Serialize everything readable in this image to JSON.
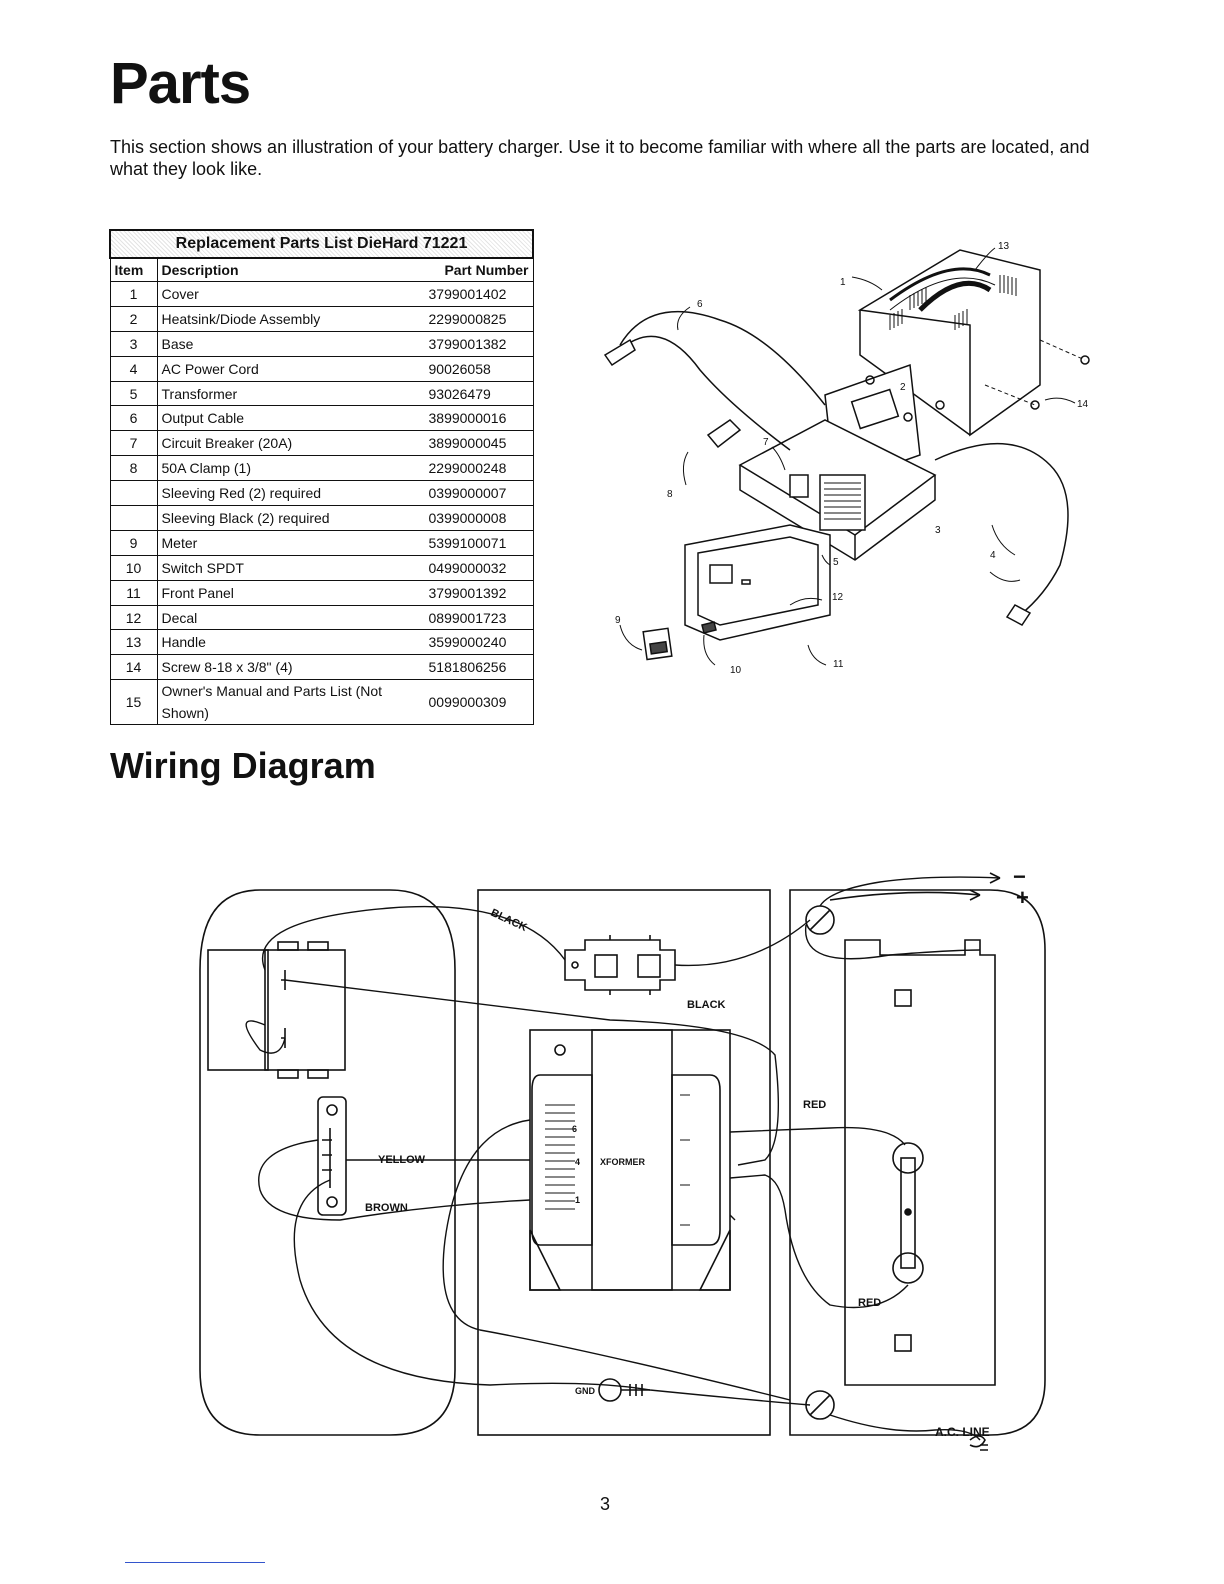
{
  "page": {
    "title": "Parts",
    "intro": "This section shows an illustration of your battery charger. Use it to become familiar with where all the parts are located, and what they look like.",
    "page_number": "3"
  },
  "parts_table": {
    "title": "Replacement Parts List DieHard 71221",
    "headers": {
      "item": "Item",
      "description": "Description",
      "part_number": "Part Number"
    },
    "rows": [
      {
        "item": "1",
        "description": "Cover",
        "part_number": "3799001402"
      },
      {
        "item": "2",
        "description": "Heatsink/Diode Assembly",
        "part_number": "2299000825"
      },
      {
        "item": "3",
        "description": "Base",
        "part_number": "3799001382"
      },
      {
        "item": "4",
        "description": "AC Power Cord",
        "part_number": "90026058"
      },
      {
        "item": "5",
        "description": "Transformer",
        "part_number": "93026479"
      },
      {
        "item": "6",
        "description": "Output Cable",
        "part_number": "3899000016"
      },
      {
        "item": "7",
        "description": "Circuit Breaker (20A)",
        "part_number": "3899000045"
      },
      {
        "item": "8",
        "description": "50A Clamp (1)",
        "part_number": "2299000248"
      },
      {
        "item": "",
        "description": "Sleeving Red (2) required",
        "part_number": "0399000007"
      },
      {
        "item": "",
        "description": "Sleeving Black (2) required",
        "part_number": "0399000008"
      },
      {
        "item": "9",
        "description": "Meter",
        "part_number": "5399100071"
      },
      {
        "item": "10",
        "description": "Switch SPDT",
        "part_number": "0499000032"
      },
      {
        "item": "11",
        "description": "Front Panel",
        "part_number": "3799001392"
      },
      {
        "item": "12",
        "description": "Decal",
        "part_number": "0899001723"
      },
      {
        "item": "13",
        "description": "Handle",
        "part_number": "3599000240"
      },
      {
        "item": "14",
        "description": "Screw 8-18 x 3/8\" (4)",
        "part_number": "5181806256"
      },
      {
        "item": "15",
        "description": "Owner's Manual and Parts List (Not Shown)",
        "part_number": "0099000309"
      }
    ]
  },
  "illustration": {
    "callouts": [
      "1",
      "2",
      "3",
      "4",
      "5",
      "6",
      "7",
      "8",
      "9",
      "10",
      "11",
      "12",
      "13",
      "14"
    ]
  },
  "wiring": {
    "title": "Wiring Diagram",
    "labels": {
      "black_top": "BLACK",
      "black_mid": "BLACK",
      "red_top": "RED",
      "red_bottom": "RED",
      "yellow": "YELLOW",
      "brown": "BROWN",
      "xformer": "XFORMER",
      "gnd": "GND",
      "ac_line": "A.C. LINE",
      "minus": "−",
      "plus": "+",
      "tap_6": "6",
      "tap_4": "4",
      "tap_1": "1"
    }
  }
}
